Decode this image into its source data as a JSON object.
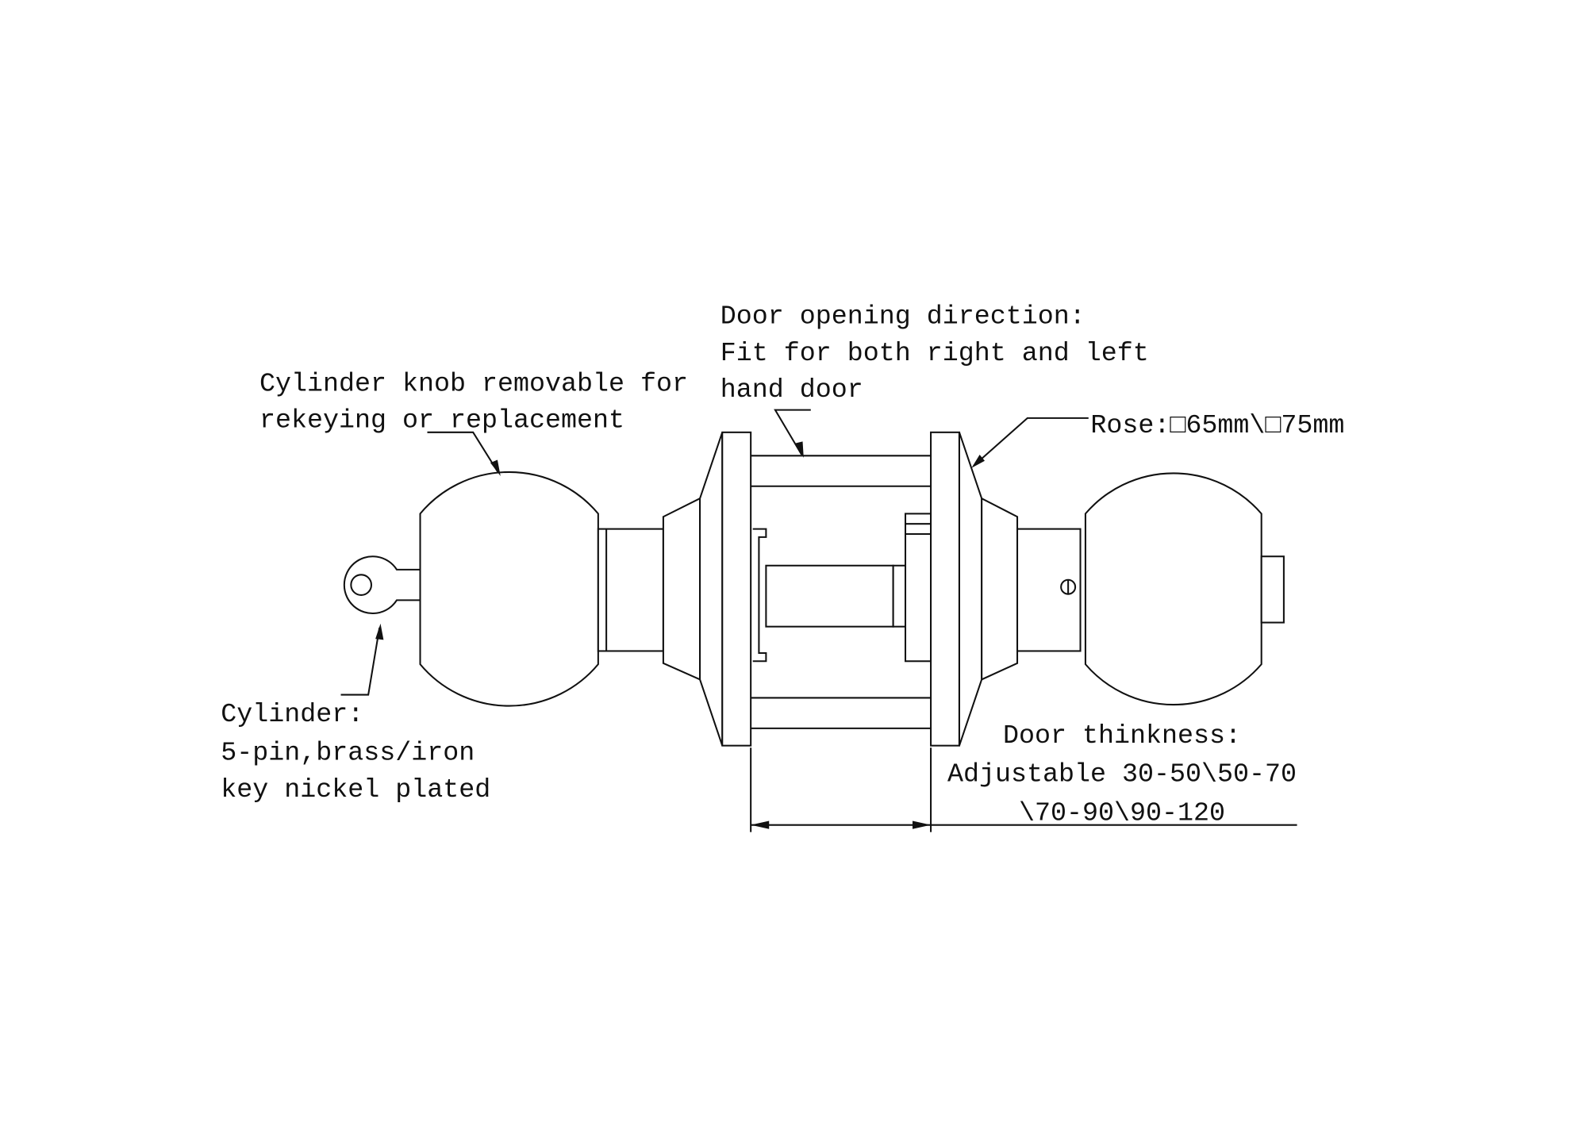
{
  "labels": {
    "door_direction": [
      "Door opening direction:",
      "Fit for both right and left",
      "hand door"
    ],
    "cylinder_knob": [
      "Cylinder knob removable for",
      "rekeying or replacement"
    ],
    "rose": "Rose:□65mm\\□75mm",
    "cylinder": [
      "Cylinder:",
      "5-pin,brass/iron",
      "key nickel plated"
    ],
    "door_thickness": [
      "Door thinkness:",
      "Adjustable 30-50\\50-70",
      "\\70-90\\90-120"
    ]
  },
  "colors": {
    "line": "#111111",
    "background": "#ffffff"
  }
}
